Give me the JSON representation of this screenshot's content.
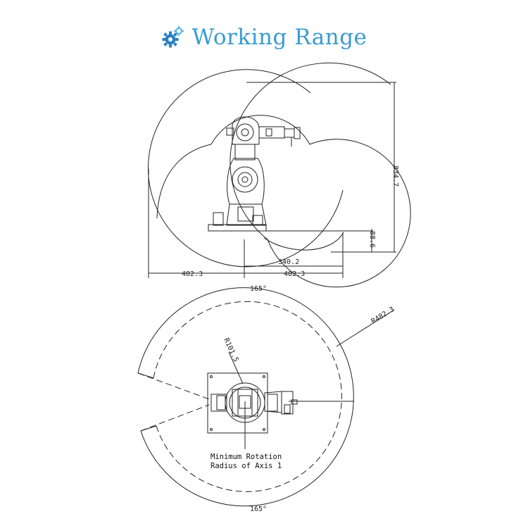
{
  "header": {
    "title": "Working Range",
    "icon": "gears-icon",
    "accent": "#3a9bd1"
  },
  "side_view": {
    "dim_height": "834.7",
    "dim_base": "88.6",
    "dim_reach_inner": "340.2",
    "dim_left": "482.3",
    "dim_right": "482.3"
  },
  "top_view": {
    "angle_top": "165°",
    "angle_bottom": "165°",
    "radius_outer": "R482.3",
    "radius_inner": "R101.5",
    "note_line1": "Minimum Rotation",
    "note_line2": "Radius of Axis 1"
  }
}
